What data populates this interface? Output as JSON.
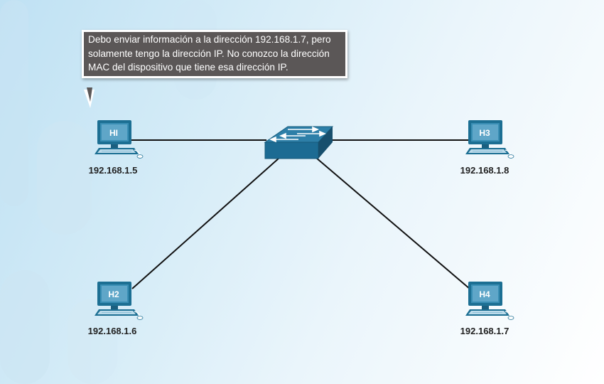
{
  "tooltip": {
    "text": "Debo enviar información a la dirección 192.168.1.7, pero solamente tengo la dirección IP. No conozco la dirección MAC del dispositivo que tiene esa dirección IP."
  },
  "hosts": [
    {
      "id": "h1",
      "label": "HI",
      "ip": "192.168.1.5"
    },
    {
      "id": "h2",
      "label": "H2",
      "ip": "192.168.1.6"
    },
    {
      "id": "h3",
      "label": "H3",
      "ip": "192.168.1.8"
    },
    {
      "id": "h4",
      "label": "H4",
      "ip": "192.168.1.7"
    }
  ],
  "colors": {
    "host_body": "#1c6f93",
    "host_screen": "#7bb6d3",
    "switch_top": "#2d7fa8",
    "switch_front": "#1c6b93",
    "link": "#111111",
    "tooltip_bg": "#5b5757"
  }
}
